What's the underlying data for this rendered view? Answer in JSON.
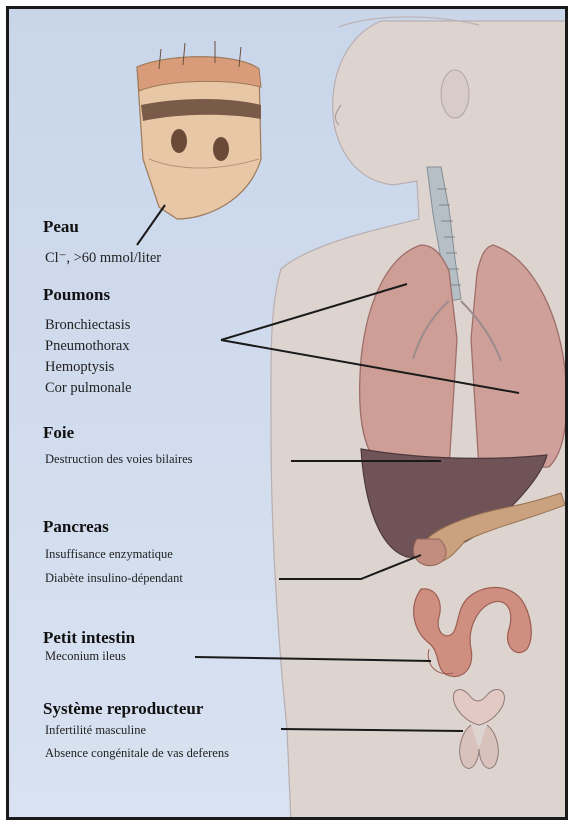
{
  "sections": {
    "peau": {
      "title": "Peau",
      "items": [
        "Cl⁻, >60 mmol/liter"
      ]
    },
    "poumons": {
      "title": "Poumons",
      "items": [
        "Bronchiectasis",
        "Pneumothorax",
        "Hemoptysis",
        "Cor pulmonale"
      ]
    },
    "foie": {
      "title": "Foie",
      "items": [
        "Destruction des voies bilaires"
      ]
    },
    "pancreas": {
      "title": "Pancreas",
      "items": [
        "Insuffisance enzymatique",
        "Diabète insulino-dépendant"
      ]
    },
    "intestin": {
      "title": "Petit intestin",
      "items": [
        "Meconium ileus"
      ]
    },
    "repro": {
      "title": "Système reproducteur",
      "items": [
        "Infertilité masculine",
        "Absence congénitale de vas deferens"
      ]
    }
  },
  "colors": {
    "background": "#d3dff0",
    "body_fill": "#dcd2ce",
    "lung_fill": "#cc9c96",
    "liver_fill": "#6e5256",
    "pancreas_fill": "#c9a27e",
    "intestine_fill": "#cf8f80",
    "leader_line": "#1a1a1a"
  }
}
